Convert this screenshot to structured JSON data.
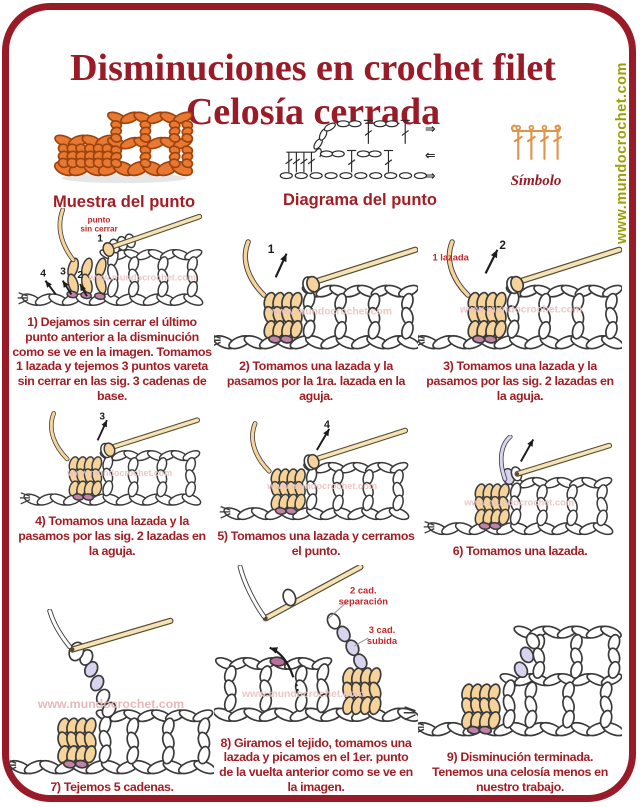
{
  "title": {
    "line1": "Disminuciones en crochet filet",
    "line2": "Celosía cerrada"
  },
  "site_url_vertical": "www.mundocrochet.com",
  "watermark": "www.mundocrochet.com",
  "header": {
    "muestra": {
      "caption": "Muestra del punto"
    },
    "diagrama": {
      "caption": "Diagrama del punto",
      "arrows": [
        "⇒",
        "⇐",
        "⇒"
      ]
    },
    "simbolo": {
      "caption": "Símbolo"
    }
  },
  "colors": {
    "frame": "#9a1b28",
    "caption": "#a31e24",
    "annotation": "#c3252b",
    "site": "#98a004",
    "swatch": "#e87932",
    "symbol": "#dd9549",
    "tan": "#f5d39b",
    "lavender": "#d8d4ef",
    "pink": "#c182a8"
  },
  "steps": [
    {
      "caption": "1) Dejamos sin cerrar el último punto anterior a la disminución como se ve en la imagen. Tomamos 1 lazada y tejemos 3 puntos vareta sin cerrar en las sig. 3 cadenas de base.",
      "ann": {
        "label1": "punto",
        "label2": "sin cerrar",
        "n1": "1",
        "n2": "2",
        "n3": "3",
        "n4": "4"
      }
    },
    {
      "caption": "2) Tomamos una lazada y la pasamos por la 1ra. lazada en la aguja.",
      "ann": {
        "n1": "1"
      }
    },
    {
      "caption": "3) Tomamos una lazada y la pasamos por las sig. 2 lazadas en la aguja.",
      "ann": {
        "label1": "1 lazada",
        "n1": "2"
      }
    },
    {
      "caption": "4) Tomamos una lazada y la pasamos por las sig. 2 lazadas en la aguja.",
      "ann": {
        "n1": "3"
      }
    },
    {
      "caption": "5) Tomamos una lazada y cerramos el punto.",
      "ann": {
        "n1": "4"
      }
    },
    {
      "caption": "6) Tomamos una lazada.",
      "ann": {}
    },
    {
      "caption": "7) Tejemos 5 cadenas.",
      "ann": {}
    },
    {
      "caption": "8) Giramos el tejido, tomamos una lazada y picamos en el 1er. punto de la vuelta anterior como se ve en la imagen.",
      "ann": {
        "label1": "2 cad.",
        "label2": "separación",
        "label3": "3 cad.",
        "label4": "subida"
      }
    },
    {
      "caption": "9) Disminución terminada. Tenemos una celosía menos en nuestro trabajo.",
      "ann": {}
    }
  ]
}
